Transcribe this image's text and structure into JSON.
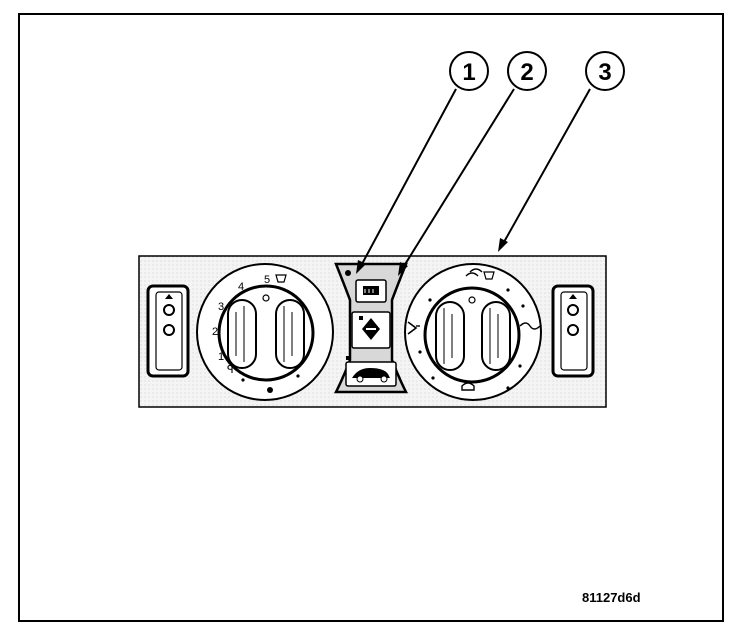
{
  "callouts": [
    {
      "number": "1"
    },
    {
      "number": "2"
    },
    {
      "number": "3"
    }
  ],
  "blower_scale": [
    "1",
    "2",
    "3",
    "4",
    "5"
  ],
  "figure_id": "81127d6d",
  "colors": {
    "line": "#000000",
    "panel": "#f2f2f2",
    "knob": "#ffffff"
  },
  "icons": [
    "defrost-icon",
    "recirculation-icon",
    "ac-icon",
    "vent-icon",
    "floor-icon",
    "bilevel-icon"
  ]
}
